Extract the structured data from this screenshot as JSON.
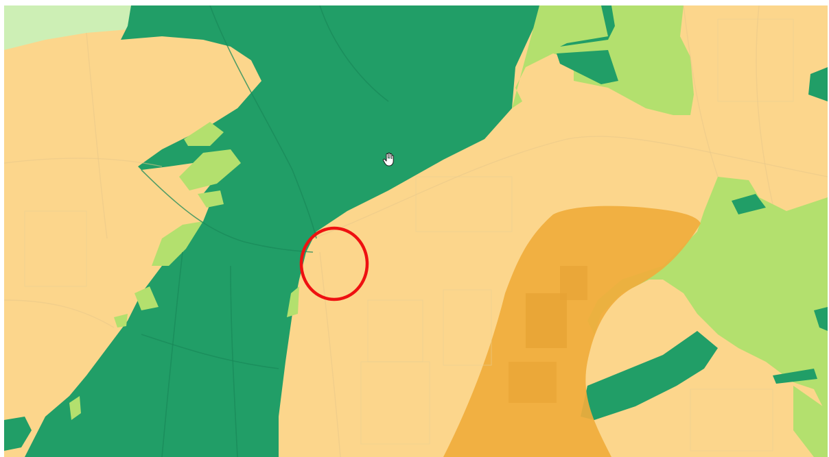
{
  "map": {
    "layers": [
      {
        "name": "low-class",
        "color": "#fcd68c"
      },
      {
        "name": "medium-class",
        "color": "#f0ac3c"
      },
      {
        "name": "light-green-class",
        "color": "#b3e06e"
      },
      {
        "name": "pale-green-class",
        "color": "#cdefb5"
      },
      {
        "name": "dark-green-class",
        "color": "#219e67"
      }
    ],
    "highlight": {
      "color": "#ee1111"
    },
    "cursor": {
      "icon": "hand-pointer-icon"
    }
  }
}
